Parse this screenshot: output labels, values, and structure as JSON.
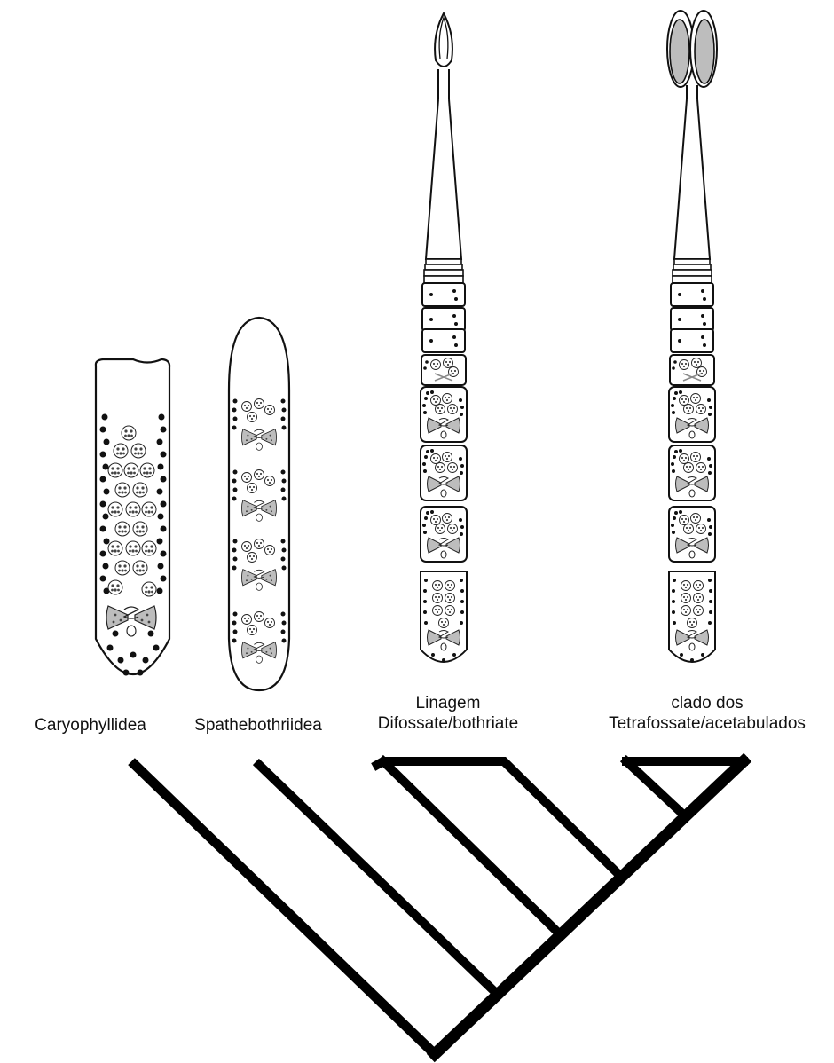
{
  "taxa": {
    "caryophyllidea": "Caryophyllidea",
    "spathebothriidea": "Spathebothriidea",
    "difossate": {
      "line1": "Linagem",
      "line2": "Difossate/bothriate"
    },
    "tetrafossate": {
      "line1": "clado dos",
      "line2": "Tetrafossate/acetabulados"
    }
  },
  "colors": {
    "ink": "#111111",
    "fill_gray": "#bdbdbd",
    "background": "#ffffff"
  }
}
